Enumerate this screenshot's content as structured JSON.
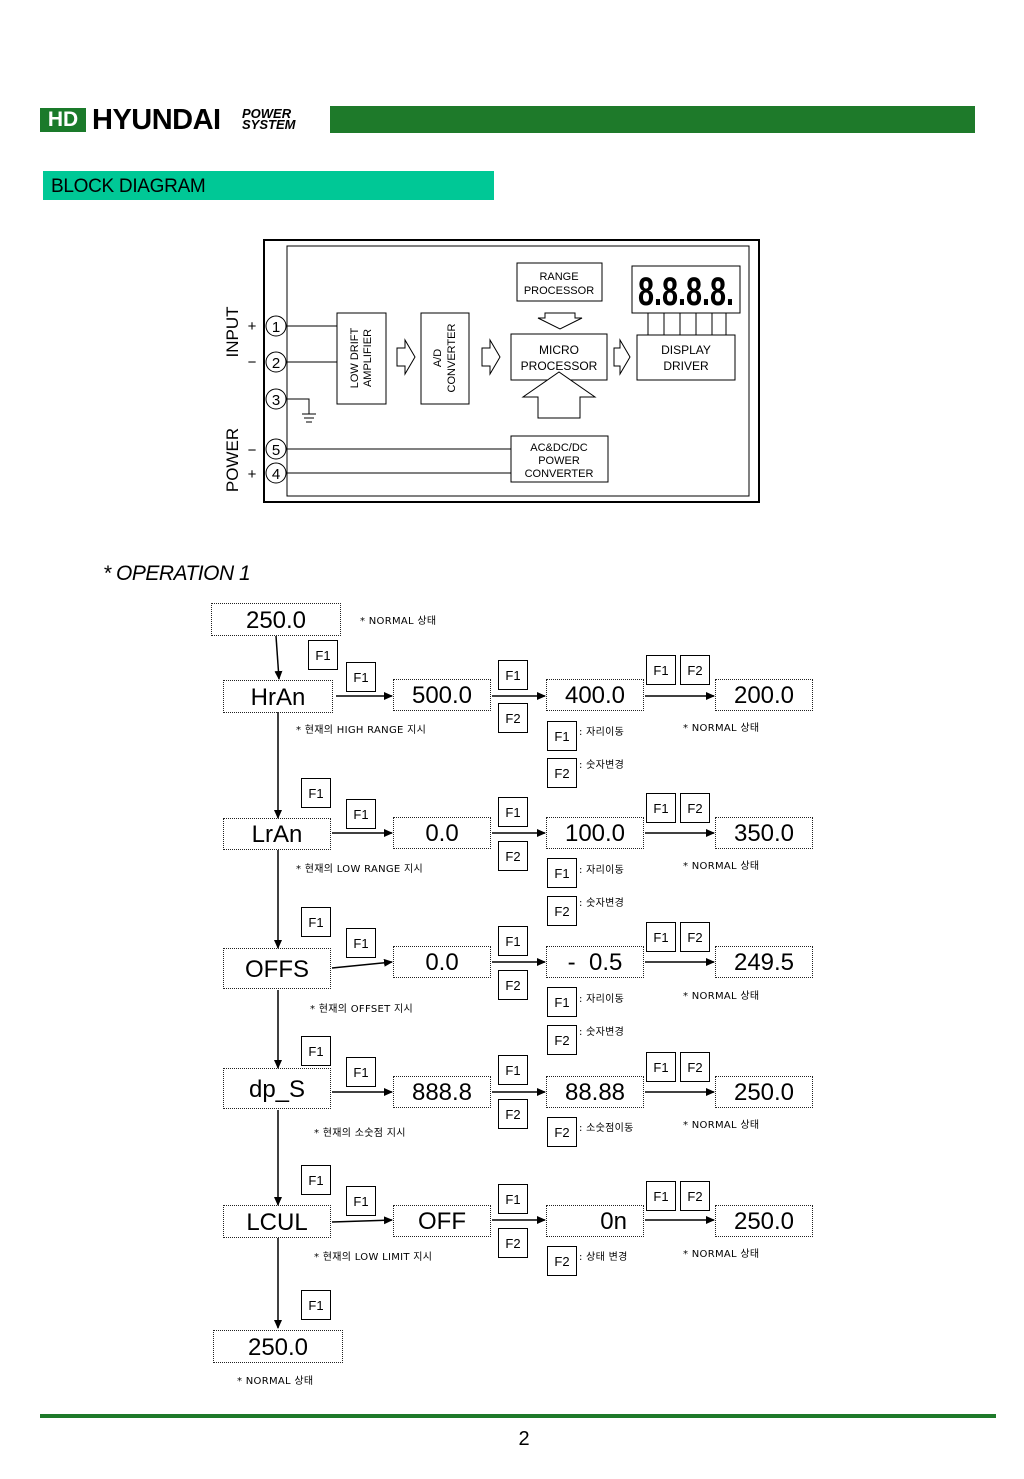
{
  "header": {
    "logo_hd": "HD",
    "logo_name": "HYUNDAI",
    "logo_sub_1": "POWER",
    "logo_sub_2": "SYSTEM"
  },
  "section_title": "BLOCK DIAGRAM",
  "block_diagram": {
    "input_label": "INPUT",
    "power_label": "POWER",
    "plus": "+",
    "minus": "−",
    "terminals": [
      "1",
      "2",
      "3",
      "5",
      "4"
    ],
    "amp": [
      "LOW DRIFT",
      "AMPLIFIER"
    ],
    "adc": [
      "A/D",
      "CONVERTER"
    ],
    "micro": [
      "MICRO",
      "PROCESSOR"
    ],
    "range": [
      "RANGE",
      "PROCESSOR"
    ],
    "driver": [
      "DISPLAY",
      "DRIVER"
    ],
    "power_conv": [
      "AC&DC/DC",
      "POWER",
      "CONVERTER"
    ],
    "segment_display": "8.8.8.8."
  },
  "operation": {
    "title": "* OPERATION 1",
    "start": {
      "value": "250.0",
      "note": "* NORMAL 상태"
    },
    "rows": [
      {
        "mode": "HrAn",
        "v1": "500.0",
        "v2": "400.0",
        "v3": "200.0",
        "mode_note": "* 현재의 HIGH RANGE 지시",
        "end_note": "* NORMAL 상태",
        "hint_f1": ": 자리이동",
        "hint_f2": ": 숫자변경"
      },
      {
        "mode": "LrAn",
        "v1": "0.0",
        "v2": "100.0",
        "v3": "350.0",
        "mode_note": "* 현재의 LOW RANGE 지시",
        "end_note": "* NORMAL 상태",
        "hint_f1": ": 자리이동",
        "hint_f2": ": 숫자변경"
      },
      {
        "mode": "OFFS",
        "v1": "0.0",
        "v2": "-  0.5",
        "v3": "249.5",
        "mode_note": "* 현재의 OFFSET 지시",
        "end_note": "* NORMAL 상태",
        "hint_f1": ": 자리이동",
        "hint_f2": ": 숫자변경"
      },
      {
        "mode": "dp_S",
        "v1": "888.8",
        "v2": "88.88",
        "v3": "250.0",
        "mode_note": "* 현재의 소숫점 지시",
        "end_note": "* NORMAL 상태",
        "hint_f2": ": 소숫점이동"
      },
      {
        "mode": "LCUL",
        "v1": "OFF",
        "v2": "0n",
        "v3": "250.0",
        "mode_note": "* 현재의 LOW LIMIT 지시",
        "end_note": "* NORMAL 상태",
        "hint_f2": ": 상태 변경"
      }
    ],
    "end": {
      "value": "250.0",
      "note": "* NORMAL 상태"
    },
    "key_f1": "F1",
    "key_f2": "F2"
  },
  "page_number": "2"
}
